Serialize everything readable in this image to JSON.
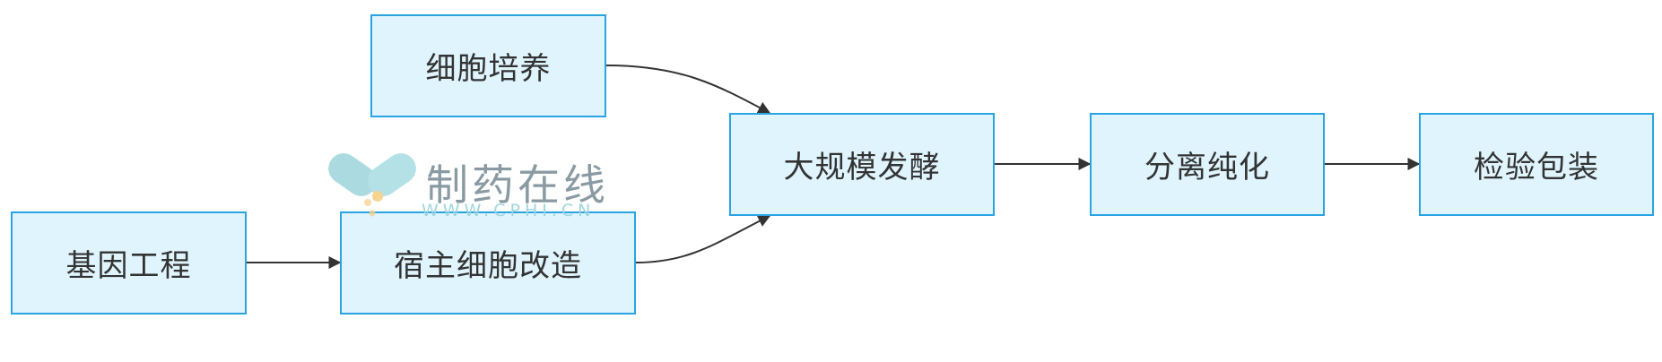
{
  "diagram": {
    "type": "flowchart",
    "nodes": [
      {
        "id": "cell-culture",
        "label": "细胞培养"
      },
      {
        "id": "gene-engineering",
        "label": "基因工程"
      },
      {
        "id": "host-modification",
        "label": "宿主细胞改造"
      },
      {
        "id": "fermentation",
        "label": "大规模发酵"
      },
      {
        "id": "purification",
        "label": "分离纯化"
      },
      {
        "id": "packaging",
        "label": "检验包装"
      }
    ],
    "edges": [
      {
        "from": "gene-engineering",
        "to": "host-modification"
      },
      {
        "from": "cell-culture",
        "to": "fermentation"
      },
      {
        "from": "host-modification",
        "to": "fermentation"
      },
      {
        "from": "fermentation",
        "to": "purification"
      },
      {
        "from": "purification",
        "to": "packaging"
      }
    ]
  },
  "watermark": {
    "text": "制药在线",
    "url": "WWW.CPHI.CN",
    "logo_icon": "capsule-logo-icon"
  },
  "colors": {
    "node_fill": "#dff4fd",
    "node_border": "#2aa3e3",
    "edge": "#333333",
    "text": "#333333"
  }
}
